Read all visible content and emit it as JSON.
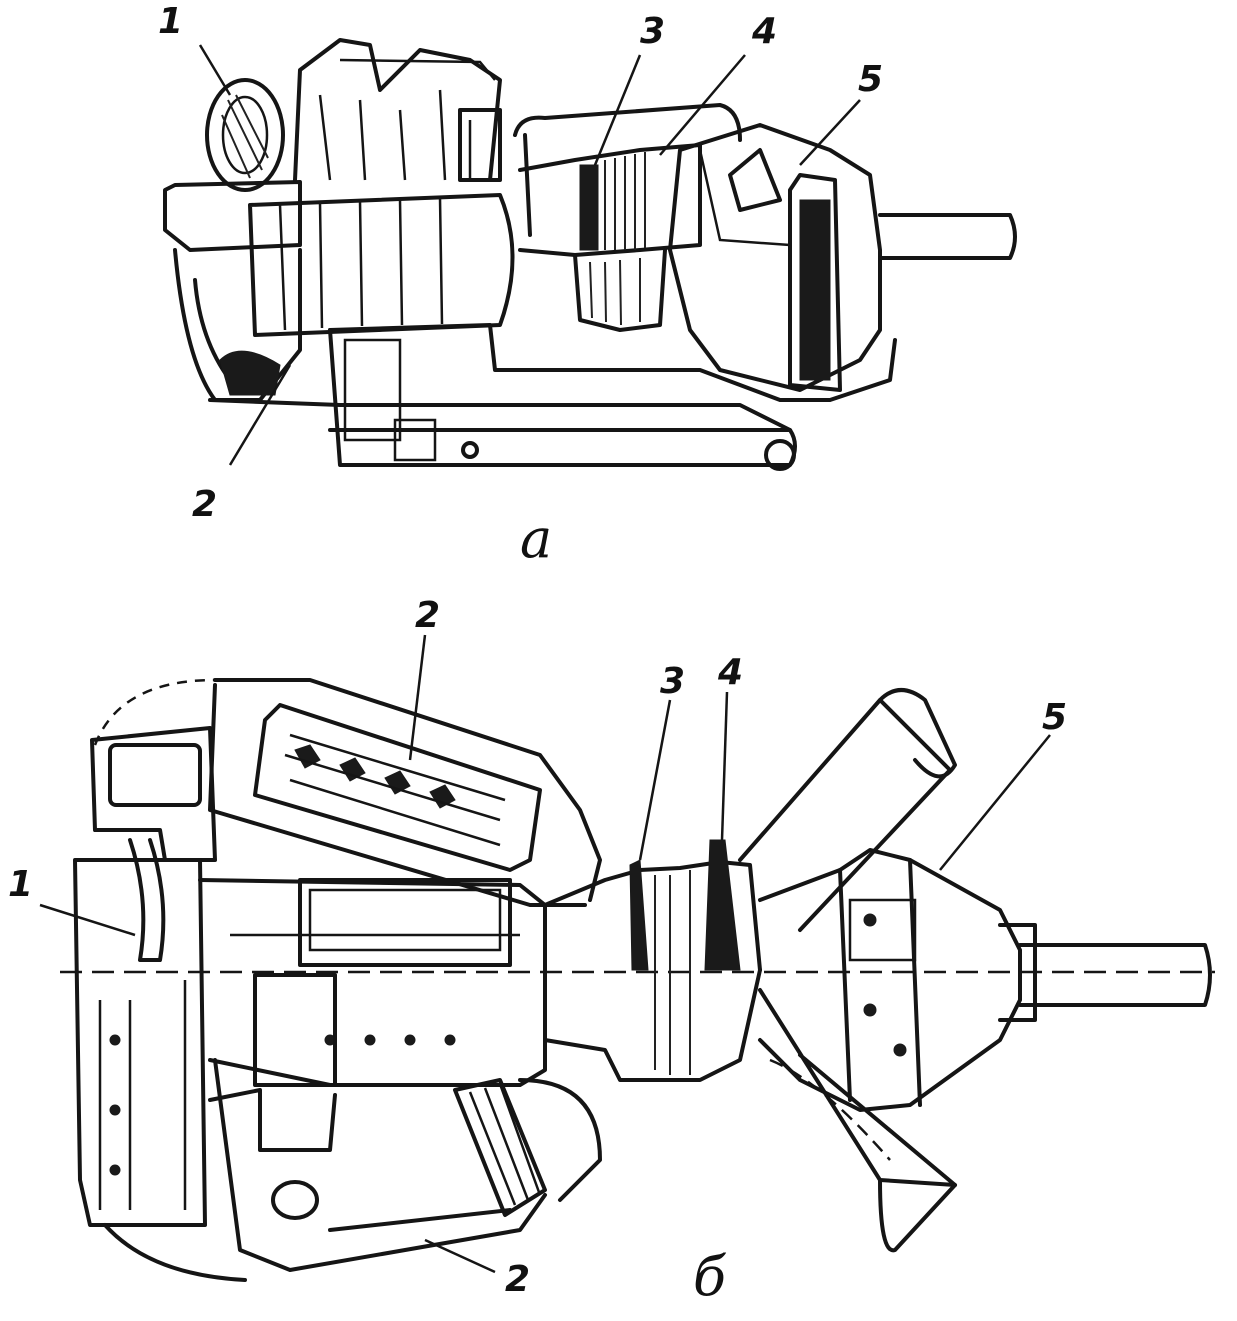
{
  "view_a": {
    "caption": "а",
    "labels": [
      "1",
      "2",
      "3",
      "4",
      "5"
    ]
  },
  "view_b": {
    "caption": "б",
    "labels": [
      "1",
      "2",
      "2",
      "3",
      "4",
      "5"
    ]
  }
}
